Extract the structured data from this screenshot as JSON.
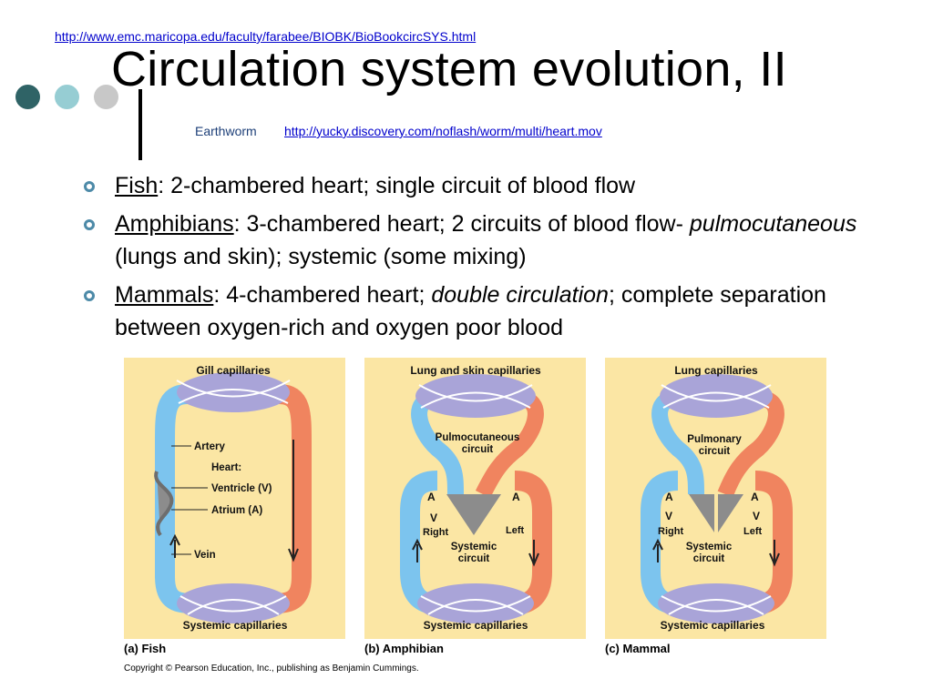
{
  "slide": {
    "top_link": "http://www.emc.maricopa.edu/faculty/farabee/BIOBK/BioBookcircSYS.html",
    "title": "Circulation system evolution, II",
    "subtitle_label": "Earthworm",
    "subtitle_link": "http://yucky.discovery.com/noflash/worm/multi/heart.mov",
    "colors": {
      "dot1": "#2f6366",
      "dot2": "#96cdd3",
      "dot3": "#c8c8c8",
      "bullet": "#4d8aa8",
      "panel_bg": "#fbe6a4",
      "oxygen_poor": "#7cc4ee",
      "oxygen_rich": "#f0845f",
      "heart": "#8c8c8c"
    }
  },
  "bullets": [
    {
      "term": "Fish",
      "rest": ": 2-chambered heart; single circuit of blood flow"
    },
    {
      "term": "Amphibians",
      "rest": ": 3-chambered heart; 2 circuits of blood flow-",
      "italic": "pulmocutaneous",
      "rest2": " (lungs and skin); systemic (some mixing)"
    },
    {
      "term": "Mammals",
      "rest": ": 4-chambered heart; ",
      "italic": "double circulation",
      "rest2": "; complete separation between oxygen-rich and oxygen poor blood"
    }
  ],
  "figure": {
    "fish": {
      "top_label": "Gill capillaries",
      "artery": "Artery",
      "heart": "Heart:",
      "ventricle": "Ventricle (V)",
      "atrium": "Atrium (A)",
      "vein": "Vein",
      "bottom_label": "Systemic capillaries",
      "caption": "(a) Fish"
    },
    "amphibian": {
      "top_label": "Lung and skin capillaries",
      "circuit1_a": "Pulmocutaneous",
      "circuit1_b": "circuit",
      "a_left": "A",
      "a_right": "A",
      "v": "V",
      "right": "Right",
      "left": "Left",
      "circuit2_a": "Systemic",
      "circuit2_b": "circuit",
      "bottom_label": "Systemic capillaries",
      "caption": "(b) Amphibian"
    },
    "mammal": {
      "top_label": "Lung capillaries",
      "circuit1_a": "Pulmonary",
      "circuit1_b": "circuit",
      "a_left": "A",
      "a_right": "A",
      "v_left": "V",
      "v_right": "V",
      "right": "Right",
      "left": "Left",
      "circuit2_a": "Systemic",
      "circuit2_b": "circuit",
      "bottom_label": "Systemic capillaries",
      "caption": "(c) Mammal"
    },
    "copyright": "Copyright © Pearson Education, Inc., publishing as Benjamin Cummings."
  }
}
